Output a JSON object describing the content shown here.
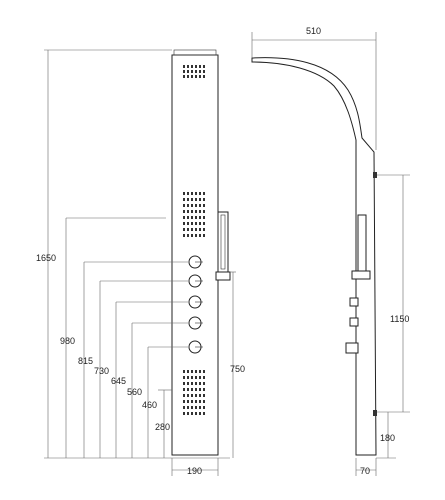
{
  "front": {
    "width_label": "190",
    "total_height_label": "1650",
    "heights": [
      "980",
      "815",
      "730",
      "645",
      "560",
      "460",
      "280"
    ],
    "bar_height_label": "750"
  },
  "side": {
    "depth_label": "510",
    "mount_spacing_label": "1150",
    "bottom_mount_label": "180",
    "thickness_label": "70"
  }
}
